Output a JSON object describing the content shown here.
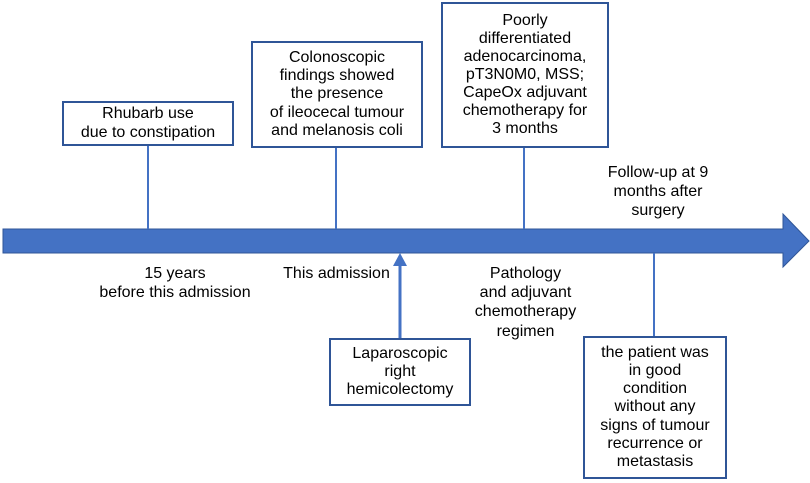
{
  "colors": {
    "line": "#4472c4",
    "border": "#2f5597",
    "text": "#000000",
    "background": "#ffffff"
  },
  "events": [
    {
      "id": "rhubarb",
      "box": "Rhubarb  use\ndue to constipation",
      "label": "15 years\nbefore this admission"
    },
    {
      "id": "admission",
      "box": "Colonoscopic\nfindings showed\nthe presence\nof ileocecal tumour\nand melanosis coli",
      "label": "This admission"
    },
    {
      "id": "surgery",
      "box": "Laparoscopic\nright\nhemicolectomy"
    },
    {
      "id": "pathology",
      "box": "Poorly\ndifferentiated\nadenocarcinoma,\npT3N0M0, MSS;\nCapeOx adjuvant\nchemotherapy for\n3 months",
      "label": "Pathology\nand adjuvant\nchemotherapy\nregimen"
    },
    {
      "id": "followup",
      "box": "the patient was\nin good\ncondition\nwithout any\nsigns of tumour\nrecurrence or\nmetastasis",
      "label": "Follow-up at 9\nmonths after\nsurgery"
    }
  ]
}
